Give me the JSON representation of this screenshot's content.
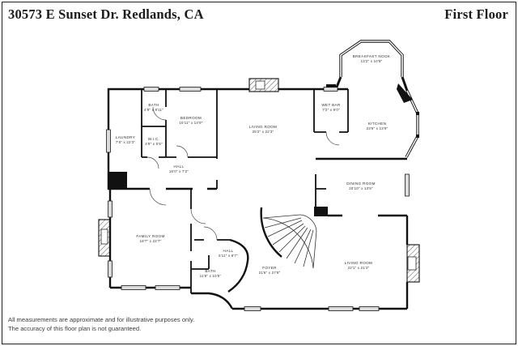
{
  "page": {
    "title": "30573 E Sunset Dr. Redlands, CA",
    "floor_label": "First Floor",
    "disclaimer_line1": "All measurements are approximate and for illustrative purposes only.",
    "disclaimer_line2": "The accuracy of this floor plan is not guaranteed."
  },
  "colors": {
    "wall": "#111111",
    "window_fill": "#dcdcdc",
    "background": "#ffffff",
    "label_text": "#2e2e2e"
  },
  "rooms": {
    "breakfast_nook": {
      "name": "BREAKFAST NOOK",
      "dims": "13'2\" x 10'8\""
    },
    "wet_bar": {
      "name": "WET BAR",
      "dims": "7'2\" x 9'0\""
    },
    "kitchen": {
      "name": "KITCHEN",
      "dims": "23'6\" x 13'9\""
    },
    "bath_upper": {
      "name": "BATH",
      "dims": "4'9\" x 8'11\""
    },
    "bedroom": {
      "name": "BEDROOM",
      "dims": "10'11\" x 14'9\""
    },
    "laundry": {
      "name": "LAUNDRY",
      "dims": "7'6\" x 22'3\""
    },
    "wic": {
      "name": "W.I.C.",
      "dims": "4'9\" x 5'6\""
    },
    "living_room_upper": {
      "name": "LIVING ROOM",
      "dims": "25'2\" x 22'3\""
    },
    "hall_upper": {
      "name": "HALL",
      "dims": "16'0\" x 7'2\""
    },
    "dining_room": {
      "name": "DINING ROOM",
      "dims": "20'10\" x 13'9\""
    },
    "family_room": {
      "name": "FAMILY ROOM",
      "dims": "18'7\" x 22'7\""
    },
    "hall_lower": {
      "name": "HALL",
      "dims": "5'11\" x 8'7\""
    },
    "bath_lower": {
      "name": "BATH",
      "dims": "11'6\" x 10'5\""
    },
    "foyer": {
      "name": "FOYER",
      "dims": "21'6\" x 27'8\""
    },
    "living_room_lower": {
      "name": "LIVING ROOM",
      "dims": "22'1\" x 21'2\""
    }
  }
}
